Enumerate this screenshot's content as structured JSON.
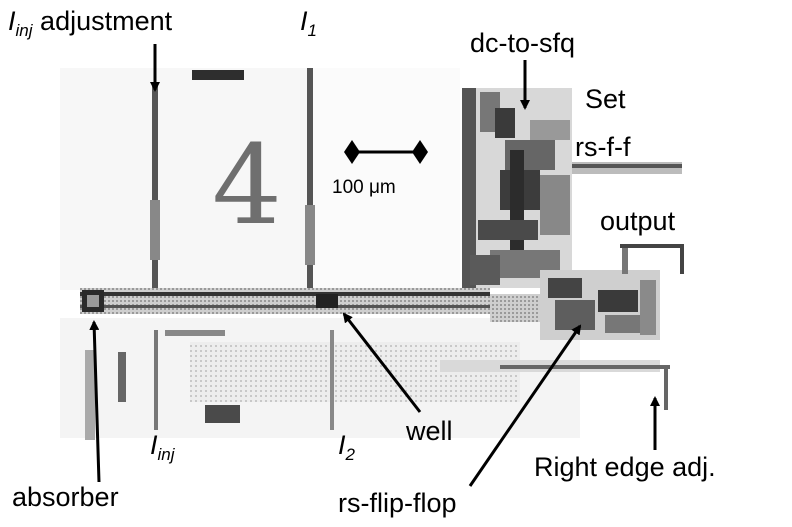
{
  "labels": {
    "iinj_adjustment": {
      "symbol": "I",
      "sub": "inj",
      "text": "adjustment"
    },
    "i1": {
      "symbol": "I",
      "sub": "1"
    },
    "dc_to_sfq": "dc-to-sfq",
    "set": "Set",
    "rs_f_f": "rs-f-f",
    "scale_bar": "100 μm",
    "output": "output",
    "well": "well",
    "iinj": {
      "symbol": "I",
      "sub": "inj"
    },
    "i2": {
      "symbol": "I",
      "sub": "2"
    },
    "right_edge_adj": "Right edge adj.",
    "absorber": "absorber",
    "rs_flip_flop": "rs-flip-flop"
  },
  "chip_mark": "4",
  "colors": {
    "ink": "#000000",
    "circuit_dark": "#3a3a3a",
    "circuit_mid": "#8a8a8a",
    "circuit_light": "#c8c8c8",
    "background": "#ffffff"
  }
}
